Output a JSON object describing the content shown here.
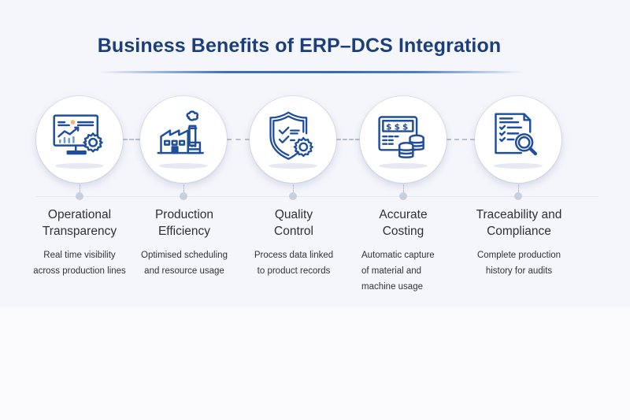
{
  "title": "Business Benefits of ERP–DCS Integration",
  "colors": {
    "title": "#1c3f7a",
    "icon_stroke": "#1f4e9c",
    "icon_accent": "#f3b27a",
    "panel_bg": "#f5f6fb",
    "page_bg": "#fbfbfe"
  },
  "benefits": [
    {
      "icon": "monitor-analytics-gear-icon",
      "heading": "Operational\nTransparency",
      "description": "Real time visibility\nacross production lines"
    },
    {
      "icon": "factory-icon",
      "heading": "Production\nEfficiency",
      "description": "Optimised scheduling\nand resource usage"
    },
    {
      "icon": "shield-check-gear-icon",
      "heading": "Quality\nControl",
      "description": "Process data linked\nto product records"
    },
    {
      "icon": "invoice-coins-icon",
      "heading": "Accurate\nCosting",
      "description": "Automatic capture\nof material and\nmachine usage"
    },
    {
      "icon": "checklist-magnifier-icon",
      "heading": "Traceability and\nCompliance",
      "description": "Complete production\nhistory for audits"
    }
  ]
}
